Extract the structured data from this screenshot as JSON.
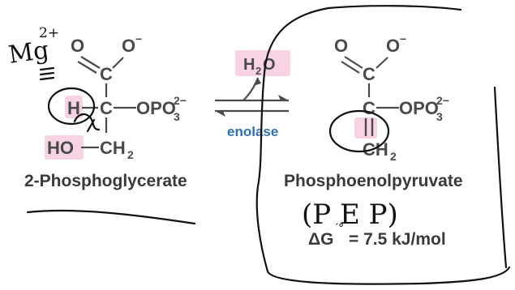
{
  "reactant": {
    "name": "2-Phosphoglycerate",
    "carbon_top": "C",
    "oxygen": "O",
    "oxide": "O",
    "oxide_charge": "−",
    "hydrogen": "H",
    "carbon_mid": "C",
    "phosphate": "OPO",
    "phosphate_sub": "3",
    "phosphate_charge": "2−",
    "hydroxyl": "HO",
    "methylene": "CH",
    "methylene_sub": "2"
  },
  "product": {
    "name": "Phosphoenolpyruvate",
    "carbon_top": "C",
    "oxygen": "O",
    "oxide": "O",
    "oxide_charge": "−",
    "carbon_mid": "C",
    "phosphate": "OPO",
    "phosphate_sub": "3",
    "phosphate_charge": "2−",
    "methylene": "CH",
    "methylene_sub": "2"
  },
  "reaction": {
    "water": "H",
    "water_sub": "2",
    "water_o": "O",
    "enzyme": "enolase"
  },
  "energy": {
    "symbol": "ΔG",
    "value": "= 7.5  kJ/mol"
  },
  "annotations": {
    "mg_letter": "Mg",
    "mg_charge": "2+",
    "pep_label": "(P E P)"
  },
  "colors": {
    "highlight": "#f7d3e4",
    "enzyme": "#2f6fb0",
    "structure": "#4a4a4a",
    "ink": "#111111"
  }
}
